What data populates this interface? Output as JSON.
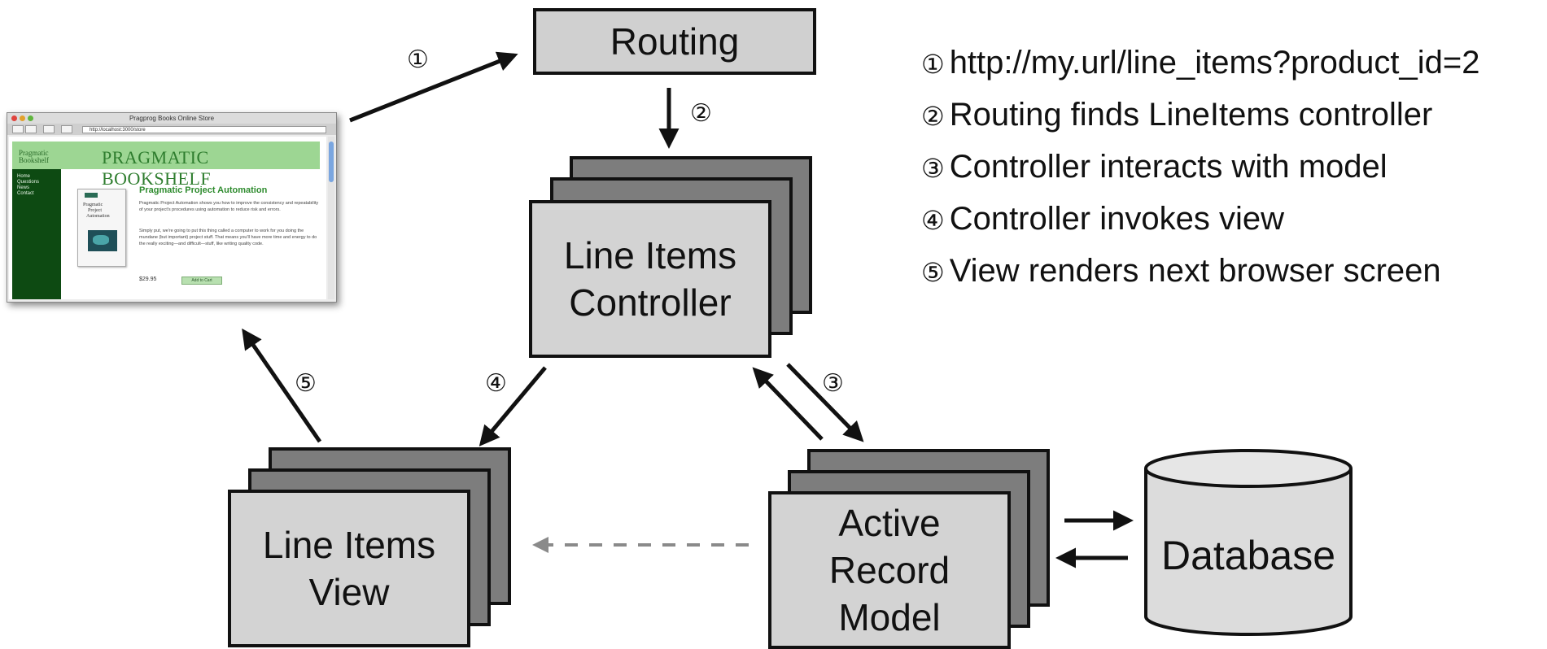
{
  "nodes": {
    "routing": "Routing",
    "controller": [
      "Line Items",
      "Controller"
    ],
    "view": [
      "Line Items",
      "View"
    ],
    "model": [
      "Active",
      "Record",
      "Model"
    ],
    "database": "Database"
  },
  "step_markers": [
    "①",
    "②",
    "③",
    "④",
    "⑤"
  ],
  "legend": [
    {
      "marker": "①",
      "text": "http://my.url/line_items?product_id=2"
    },
    {
      "marker": "②",
      "text": "Routing finds LineItems controller"
    },
    {
      "marker": "③",
      "text": "Controller interacts with model"
    },
    {
      "marker": "④",
      "text": "Controller invokes view"
    },
    {
      "marker": "⑤",
      "text": "View renders next browser screen"
    }
  ],
  "browser": {
    "window_title": "Pragprog Books Online Store",
    "url": "http://localhost:3000/store",
    "logo": [
      "Pragmatic",
      "Bookshelf"
    ],
    "brand": "PRAGMATIC BOOKSHELF",
    "sidebar": [
      "Home",
      "Questions",
      "News",
      "Contact"
    ],
    "cover_text": [
      "Pragmatic",
      "Project",
      "Automation"
    ],
    "product_title": "Pragmatic Project Automation",
    "paragraph1": "Pragmatic Project Automation shows you how to improve the consistency and repeatability of your project's procedures using automation to reduce risk and errors.",
    "paragraph2": "Simply put, we're going to put this thing called a computer to work for you doing the mundane (but important) project stuff. That means you'll have more time and energy to do the really exciting—and difficult—stuff, like writing quality code.",
    "price": "$29.95",
    "add_to_cart": "Add to Cart"
  },
  "colors": {
    "box_fill": "#d3d3d3",
    "shadow_fill": "#7d7d7d",
    "banner_green": "#9dd693",
    "sidebar_green": "#0d4a12",
    "dashed_arrow": "#8a8a8a"
  }
}
